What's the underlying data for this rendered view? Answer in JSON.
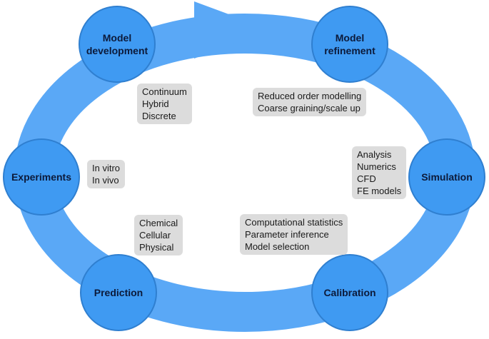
{
  "colors": {
    "ring": "#5aa8f6",
    "node": "#3f9af2",
    "box": "#dcdcdc"
  },
  "nodes": {
    "model_development": "Model development",
    "model_refinement": "Model refinement",
    "simulation": "Simulation",
    "calibration": "Calibration",
    "prediction": "Prediction",
    "experiments": "Experiments"
  },
  "boxes": {
    "development_types": [
      "Continuum",
      "Hybrid",
      "Discrete"
    ],
    "refinement_methods": [
      "Reduced order modelling",
      "Coarse graining/scale up"
    ],
    "simulation_methods": [
      "Analysis",
      "Numerics",
      "CFD",
      "FE models"
    ],
    "calibration_methods": [
      "Computational statistics",
      "Parameter inference",
      "Model selection"
    ],
    "prediction_types": [
      "Chemical",
      "Cellular",
      "Physical"
    ],
    "experiment_types": [
      "In vitro",
      "In vivo"
    ]
  }
}
